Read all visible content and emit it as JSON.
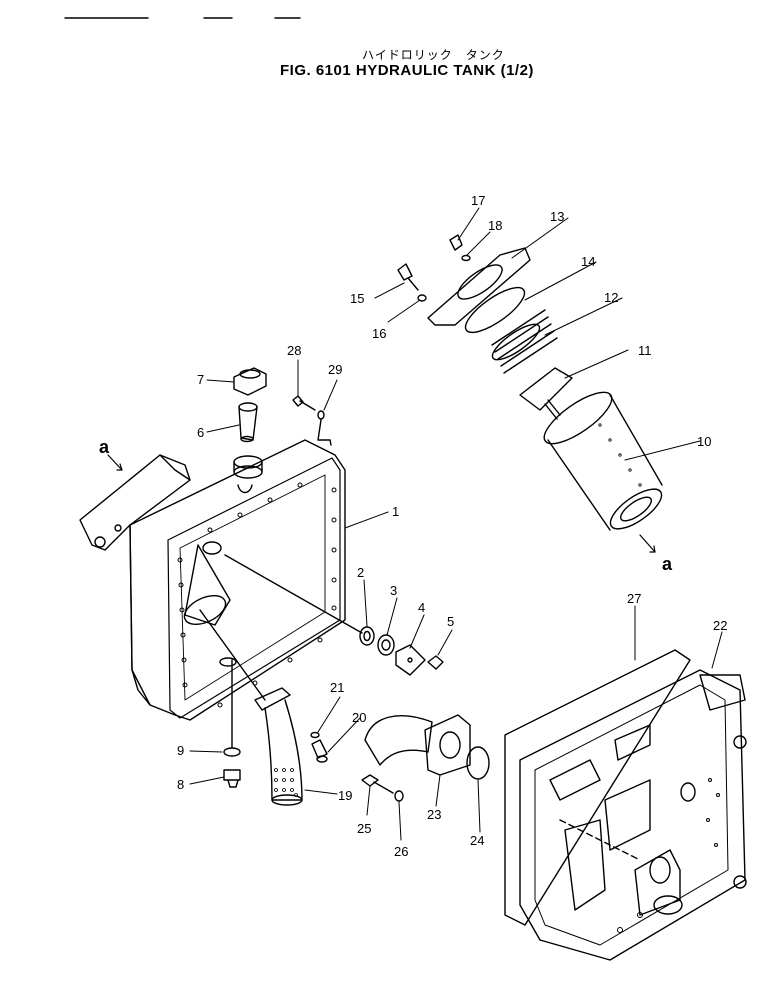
{
  "header": {
    "subtitle_jp": "ハイドロリック　タンク",
    "title": "FIG. 6101   HYDRAULIC  TANK  (1/2)"
  },
  "callouts": [
    {
      "id": "1",
      "label": "1"
    },
    {
      "id": "2",
      "label": "2"
    },
    {
      "id": "3",
      "label": "3"
    },
    {
      "id": "4",
      "label": "4"
    },
    {
      "id": "5",
      "label": "5"
    },
    {
      "id": "6",
      "label": "6"
    },
    {
      "id": "7",
      "label": "7"
    },
    {
      "id": "8",
      "label": "8"
    },
    {
      "id": "9",
      "label": "9"
    },
    {
      "id": "10",
      "label": "10"
    },
    {
      "id": "11",
      "label": "11"
    },
    {
      "id": "12",
      "label": "12"
    },
    {
      "id": "13",
      "label": "13"
    },
    {
      "id": "14",
      "label": "14"
    },
    {
      "id": "15",
      "label": "15"
    },
    {
      "id": "16",
      "label": "16"
    },
    {
      "id": "17",
      "label": "17"
    },
    {
      "id": "18",
      "label": "18"
    },
    {
      "id": "19",
      "label": "19"
    },
    {
      "id": "20",
      "label": "20"
    },
    {
      "id": "21",
      "label": "21"
    },
    {
      "id": "22",
      "label": "22"
    },
    {
      "id": "23",
      "label": "23"
    },
    {
      "id": "24",
      "label": "24"
    },
    {
      "id": "25",
      "label": "25"
    },
    {
      "id": "26",
      "label": "26"
    },
    {
      "id": "27",
      "label": "27"
    },
    {
      "id": "28",
      "label": "28"
    },
    {
      "id": "29",
      "label": "29"
    }
  ],
  "reference_marks": [
    {
      "id": "a-top",
      "label": "a"
    },
    {
      "id": "a-bottom",
      "label": "a"
    }
  ]
}
